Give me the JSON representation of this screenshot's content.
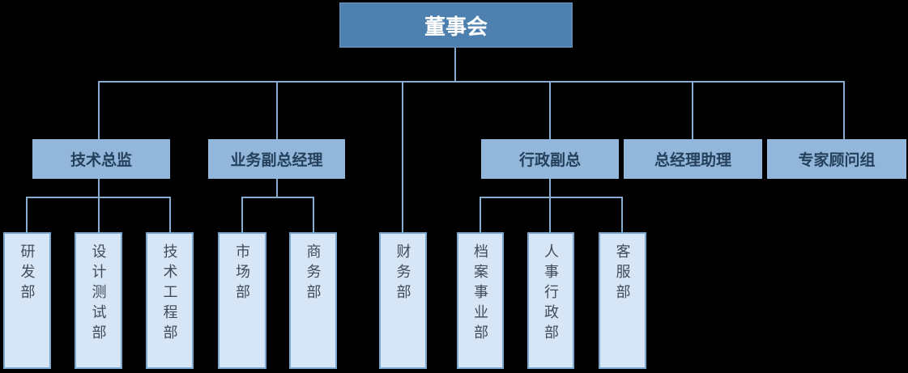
{
  "org": {
    "root": {
      "label": "董事会"
    },
    "children": [
      {
        "label": "技术总监",
        "children": [
          {
            "label": "研发部"
          },
          {
            "label": "设计测试部"
          },
          {
            "label": "技术工程部"
          }
        ]
      },
      {
        "label": "业务副总经理",
        "children": [
          {
            "label": "市场部"
          },
          {
            "label": "商务部"
          }
        ]
      },
      {
        "label": "财务部",
        "children": []
      },
      {
        "label": "行政副总",
        "children": [
          {
            "label": "档案事业部"
          },
          {
            "label": "人事行政部"
          },
          {
            "label": "客服部"
          }
        ]
      },
      {
        "label": "总经理助理",
        "children": []
      },
      {
        "label": "专家顾问组",
        "children": []
      }
    ]
  },
  "colors": {
    "background": "#000000",
    "connector": "#87add2",
    "root_fill": "#4d80ae",
    "root_border": "#5a8ab4",
    "root_text": "#ffffff",
    "level2_fill": "#92b7da",
    "level2_text": "#24405c",
    "level3_fill": "#d7e6f6",
    "level3_border": "#7ba6cf",
    "level3_text": "#3f4c59"
  }
}
